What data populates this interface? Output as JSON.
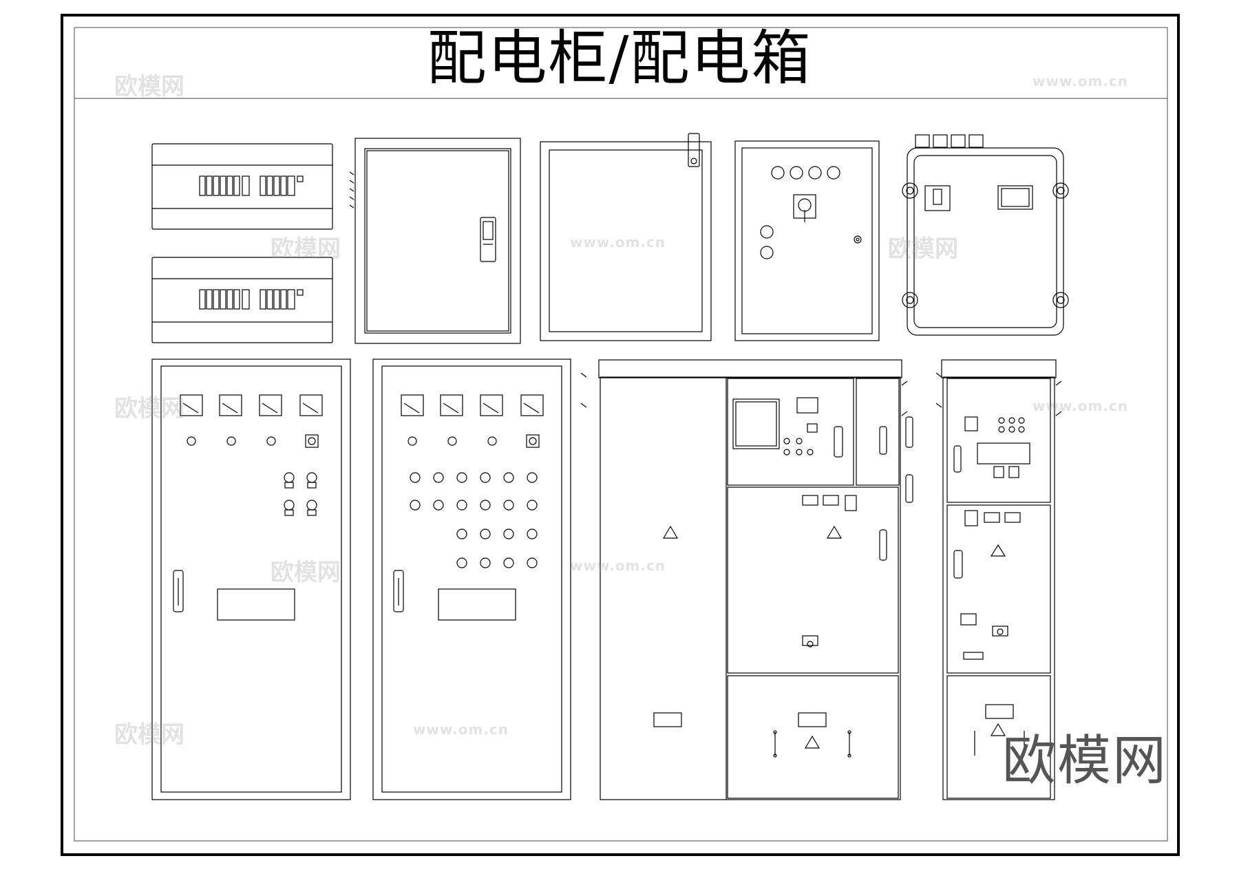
{
  "title": "配电柜/配电箱",
  "watermark_text": "欧模网",
  "watermark_url": "www.om.cn",
  "brand_text": "欧模网",
  "line_color": "#000000",
  "frame_color": "#111111",
  "watermark_color": "#9a9a9a"
}
